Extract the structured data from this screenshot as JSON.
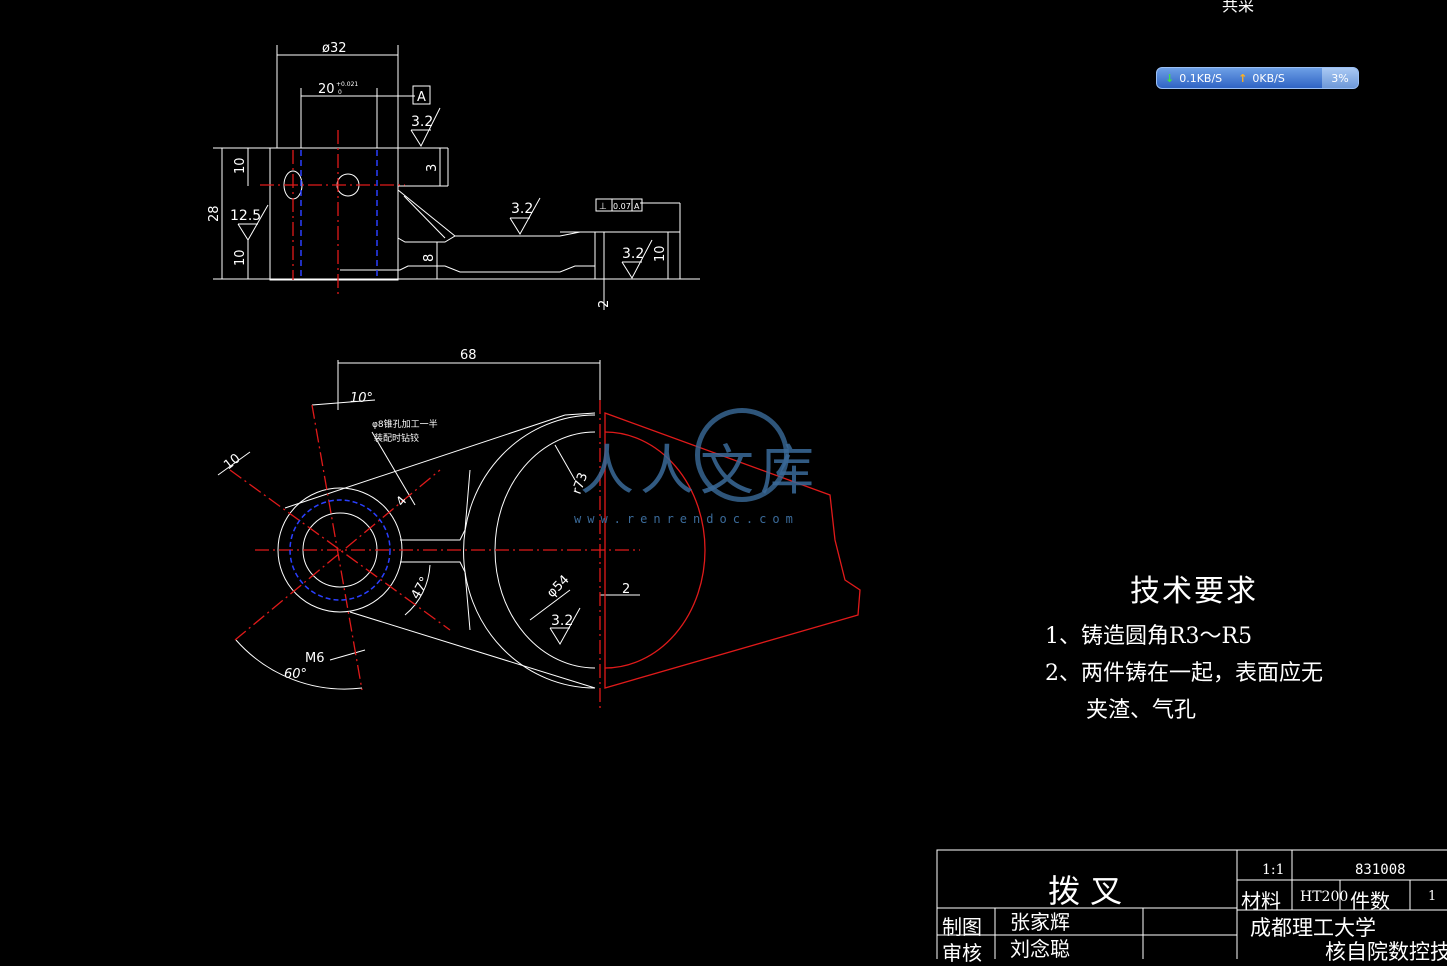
{
  "status": {
    "top_label": "共采",
    "download_speed": "0.1KB/S",
    "upload_speed": "0KB/S",
    "percent": "3%"
  },
  "dimensions": {
    "d32": "ø32",
    "hole_20": "20",
    "hole_20_tol": "+0.021",
    "hole_20_tol2": "0",
    "datum": "A",
    "rough_3_2": "3.2",
    "rough_12_5": "12.5",
    "dim_10": "10",
    "dim_28": "28",
    "dim_3": "3",
    "dim_8": "8",
    "dim_2": "2",
    "tol_frame_sym": "⊥",
    "tol_frame_val": "0.07",
    "tol_frame_ref": "A",
    "dim_68": "68",
    "angle_10": "10°",
    "note_hole": "φ8锥孔加工一半",
    "note_hole2": "装配时钻铰",
    "r73": "r73",
    "dim_4": "4",
    "angle_47": "47°",
    "phi54": "φ54",
    "m6": "M6",
    "angle_60": "60°"
  },
  "watermark": {
    "brand": "人人文库",
    "url": "www.renrendoc.com"
  },
  "tech": {
    "title": "技术要求",
    "item1": "1、铸造圆角R3～R5",
    "item2": "2、两件铸在一起，表面应无",
    "item3": "夹渣、气孔"
  },
  "title_block": {
    "part_name": "拨  叉",
    "scale": "1:1",
    "drawing_no": "831008",
    "material_label": "材料",
    "material": "HT200",
    "qty_label": "件数",
    "qty": "1",
    "drawn_label": "制图",
    "drawn_by": "张家辉",
    "checked_label": "审核",
    "checked_by": "刘念聪",
    "school": "成都理工大学",
    "dept": "核自院数控技术"
  }
}
